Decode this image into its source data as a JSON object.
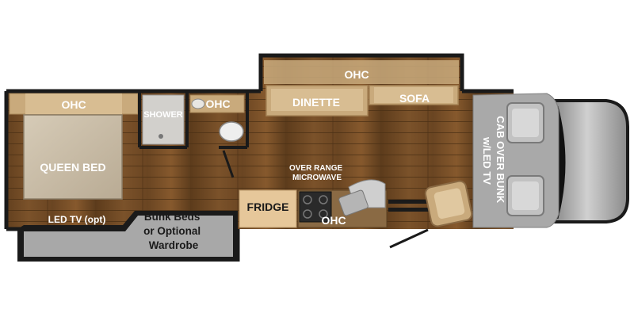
{
  "labels": {
    "ohc_bedroom": "OHC",
    "queen_bed": "QUEEN BED",
    "led_tv_opt": "LED TV (opt)",
    "shower": "SHOWER",
    "ohc_bath": "OHC",
    "ohc_slide": "OHC",
    "dinette": "DINETTE",
    "sofa": "SOFA",
    "cab_over_bunk_line1": "CAB OVER BUNK",
    "cab_over_bunk_line2": "w/LED TV",
    "over_range_microwave_line1": "OVER RANGE",
    "over_range_microwave_line2": "MICROWAVE",
    "fridge": "FRIDGE",
    "ohc_kitchen": "OHC",
    "bunk_line1": "Bunk Beds",
    "bunk_line2": "or Optional",
    "bunk_line3": "Wardrobe"
  },
  "colors": {
    "floor": "#6e4a24",
    "floor_light": "#8a5f32",
    "wall": "#1a1a1a",
    "upholstery": "#c9aa7c",
    "upholstery_dark": "#a88658",
    "cab_gray": "#9c9c9c",
    "bunk_gray": "#a8a8a8",
    "fridge": "#e6c79a"
  }
}
